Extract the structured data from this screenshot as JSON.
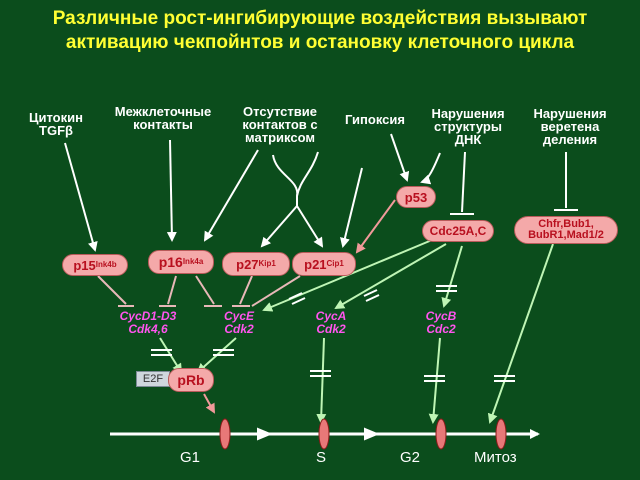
{
  "title_line1": "Различные рост-ингибирующие воздействия вызывают",
  "title_line2": "активацию чекпойнтов и остановку клеточного цикла",
  "stimuli": {
    "cytokine_1": "Цитокин",
    "cytokine_2": "TGFβ",
    "contacts_1": "Межклеточные",
    "contacts_2": "контакты",
    "matrix_1": "Отсутствие",
    "matrix_2": "контактов с",
    "matrix_3": "матриксом",
    "hypoxia": "Гипоксия",
    "dna_1": "Нарушения",
    "dna_2": "структуры",
    "dna_3": "ДНК",
    "spindle_1": "Нарушения",
    "spindle_2": "веретена",
    "spindle_3": "деления"
  },
  "inhibitors": {
    "p15": "p15",
    "p15_sup": "Ink4b",
    "p16": "p16",
    "p16_sup": "Ink4a",
    "p27": "p27",
    "p27_sup": "Kip1",
    "p21": "p21",
    "p21_sup": "Cip1",
    "p53": "p53",
    "cdc25": "Cdc25A,C",
    "chfr_1": "Chfr,Bub1,",
    "chfr_2": "BubR1,Mad1/2"
  },
  "complexes": {
    "cycd_1": "CycD1-D3",
    "cycd_2": "Cdk4,6",
    "cyce_1": "CycE",
    "cyce_2": "Cdk2",
    "cyca_1": "CycA",
    "cyca_2": "Cdk2",
    "cycb_1": "CycB",
    "cycb_2": "Cdc2"
  },
  "rb": {
    "e2f": "E2F",
    "prb": "pRb"
  },
  "phases": {
    "g1": "G1",
    "s": "S",
    "g2": "G2",
    "mitosis": "Митоз"
  },
  "colors": {
    "background": "#0b4d1c",
    "title": "#ffff33",
    "complex_text": "#ff55ee",
    "pill_fill": "#f4a9a9",
    "pill_text": "#b8101f",
    "arrow_green": "#bff5b5",
    "inhibit_lines": "#e8b8b8",
    "checkpoint": "#e87878"
  }
}
